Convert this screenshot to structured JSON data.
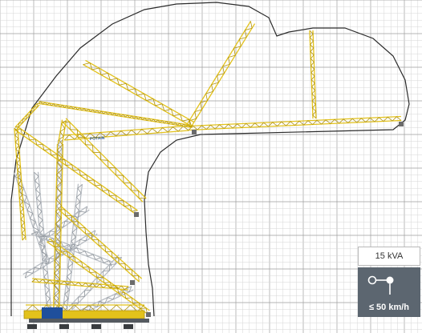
{
  "diagram": {
    "boom_brand_label": "POTAIN",
    "colors": {
      "grid_minor": "#d6d6d6",
      "grid_major": "#9e9e9e",
      "envelope": "#2b2b2b",
      "boom_yellow": "#e3c21b",
      "boom_yellow_dark": "#b0920e",
      "ghost_grey": "#b9bec4",
      "base_blue": "#1f4f9c",
      "panel": "#5c6670"
    }
  },
  "specs": {
    "power": "15 kVA",
    "wind_limit": "≤ 50 km/h",
    "wind_icon": "anemometer-icon"
  }
}
